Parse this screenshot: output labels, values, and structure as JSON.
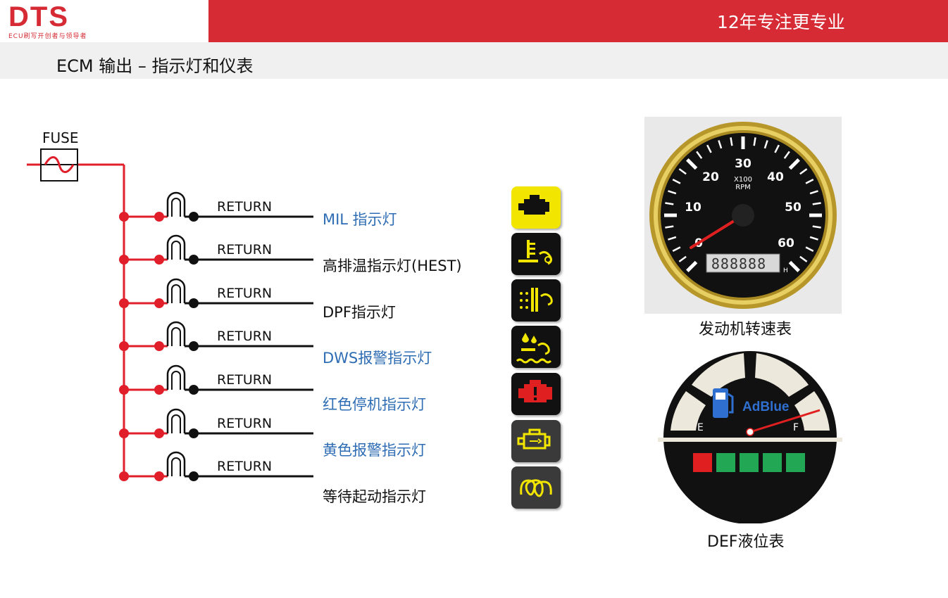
{
  "header": {
    "logo": "DTS",
    "logo_subtitle": "ECU刷写开创者与领导者",
    "slogan": "12年专注更专业",
    "page_title": "ECM 输出 – 指示灯和仪表"
  },
  "circuit": {
    "fuse_label": "FUSE",
    "return_labels": [
      "RETURN",
      "RETURN",
      "RETURN",
      "RETURN",
      "RETURN",
      "RETURN",
      "RETURN"
    ],
    "indicators": [
      {
        "label": "MIL 指示灯",
        "icon": "engine-check-icon",
        "bg": "#f2e600"
      },
      {
        "label": "高排温指示灯(HEST)",
        "icon": "high-exhaust-temp-icon",
        "bg": "#111111"
      },
      {
        "label": "DPF指示灯",
        "icon": "dpf-icon",
        "bg": "#111111"
      },
      {
        "label": "DWS报警指示灯",
        "icon": "dws-warning-icon",
        "bg": "#111111"
      },
      {
        "label": "红色停机指示灯",
        "icon": "red-stop-engine-icon",
        "bg": "#111111"
      },
      {
        "label": "黄色报警指示灯",
        "icon": "yellow-engine-warning-icon",
        "bg": "#3a3a3a"
      },
      {
        "label": "等待起动指示灯",
        "icon": "wait-to-start-icon",
        "bg": "#3a3a3a"
      }
    ]
  },
  "tachometer": {
    "caption": "发动机转速表",
    "scale_labels": [
      "0",
      "10",
      "20",
      "30",
      "40",
      "50",
      "60"
    ],
    "unit_top": "X100",
    "unit_bottom": "RPM",
    "odometer": "888888",
    "odometer_unit": "H"
  },
  "def_gauge": {
    "caption": "DEF液位表",
    "brand": "AdBlue",
    "empty_label": "E",
    "full_label": "F"
  },
  "colors": {
    "brand_red": "#d62b35",
    "wire_red": "#e01f2a",
    "label_blue": "#2e6db4",
    "icon_yellow": "#f2e600"
  }
}
